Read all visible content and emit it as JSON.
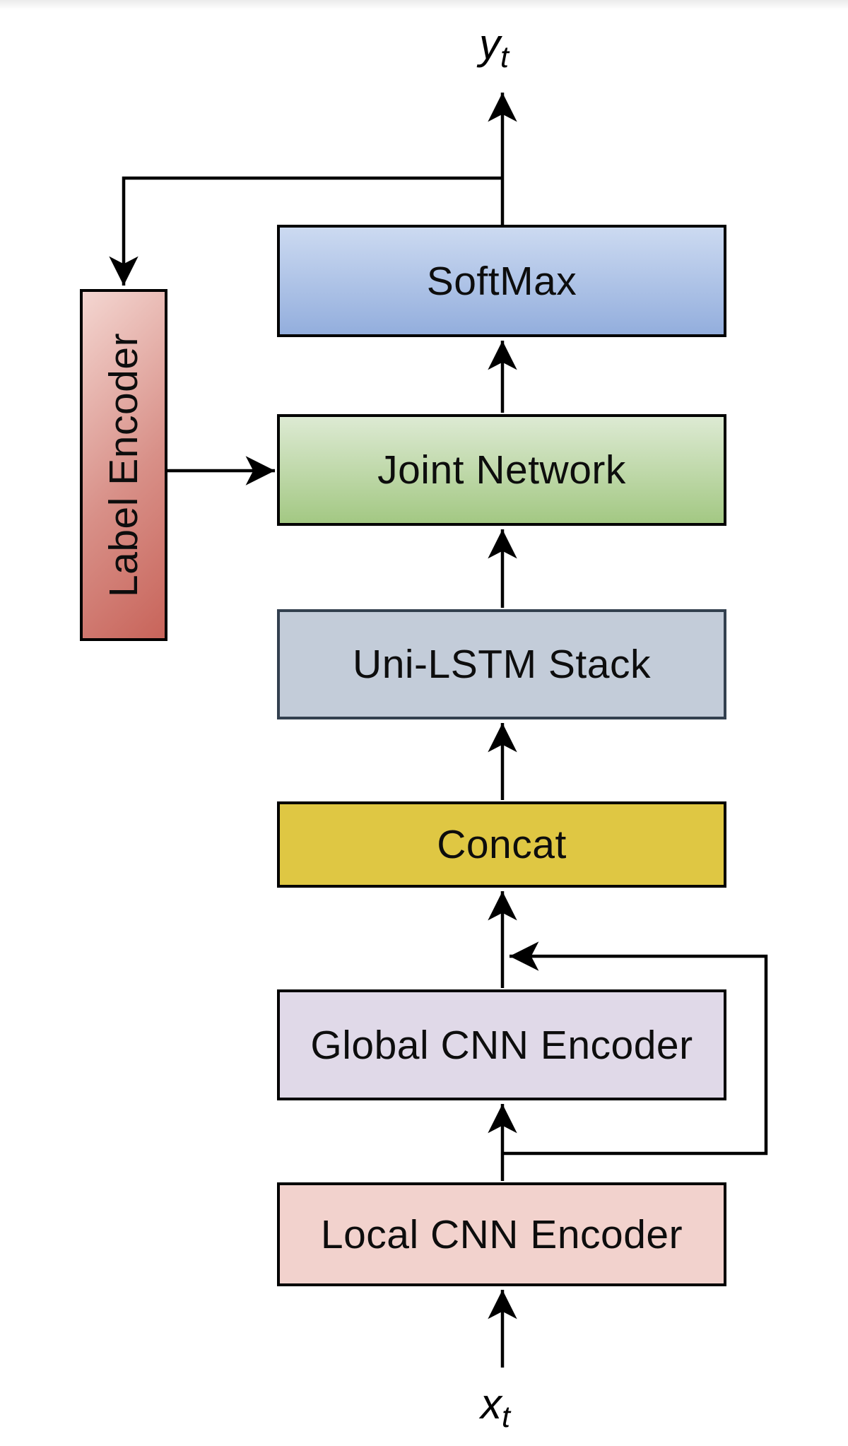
{
  "figure": {
    "output_variable": "y",
    "output_subscript": "t",
    "input_variable": "x",
    "input_subscript": "t"
  },
  "blocks": {
    "softmax": {
      "label": "SoftMax",
      "fill_top": "#ccdaf1",
      "fill_bottom": "#93aedd",
      "border": "#000000"
    },
    "joint_network": {
      "label": "Joint Network",
      "fill_top": "#ddead3",
      "fill_bottom": "#a3c883",
      "border": "#000000"
    },
    "uni_lstm_stack": {
      "label": "Uni-LSTM Stack",
      "fill": "#c3ccd9",
      "border": "#33404f"
    },
    "concat": {
      "label": "Concat",
      "fill": "#dfc743",
      "border": "#000000"
    },
    "global_cnn_encoder": {
      "label": "Global CNN Encoder",
      "fill": "#e0d9e8",
      "border": "#000000"
    },
    "local_cnn_encoder": {
      "label": "Local CNN Encoder",
      "fill": "#f2d2cd",
      "border": "#000000"
    },
    "label_encoder": {
      "label": "Label Encoder",
      "fill_start": "#f4d6d1",
      "fill_end": "#c8645a",
      "border": "#000000"
    }
  },
  "connections": [
    {
      "from": "x_t",
      "to": "local_cnn_encoder"
    },
    {
      "from": "local_cnn_encoder",
      "to": "global_cnn_encoder"
    },
    {
      "from": "local_cnn_encoder",
      "to": "global_to_concat_arrow",
      "type": "skip"
    },
    {
      "from": "global_cnn_encoder",
      "to": "concat"
    },
    {
      "from": "concat",
      "to": "uni_lstm_stack"
    },
    {
      "from": "uni_lstm_stack",
      "to": "joint_network"
    },
    {
      "from": "joint_network",
      "to": "softmax"
    },
    {
      "from": "softmax",
      "to": "y_t"
    },
    {
      "from": "softmax_output",
      "to": "label_encoder",
      "type": "feedback"
    },
    {
      "from": "label_encoder",
      "to": "joint_network"
    }
  ],
  "line_color": "#000000",
  "background_color": "#ffffff"
}
